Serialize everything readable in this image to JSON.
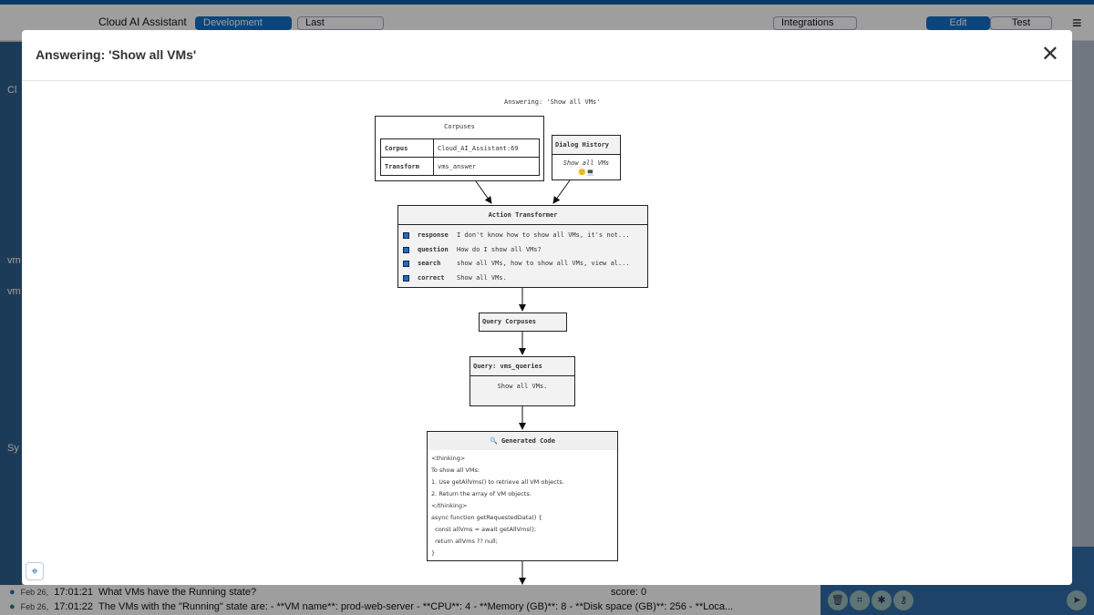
{
  "app": {
    "title": "Cloud AI Assistant",
    "mode_button": "Development",
    "version_select": "Last",
    "integrations": "Integrations",
    "edit_tab": "Edit",
    "test_tab": "Test",
    "sidebar_items": [
      "Cl",
      "vm",
      "vm",
      "Sy"
    ],
    "rows": [
      {
        "date": "Feb 26,",
        "time": "17:01:21",
        "text": "What VMs have the Running state?",
        "score": "score: 0"
      },
      {
        "date": "Feb 26,",
        "time": "17:01:22",
        "text": "The VMs with the \"Running\" state are: - **VM name**: prod-web-server - **CPU**: 4 - **Memory (GB)**: 8 - **Disk space (GB)**: 256 - **Loca..."
      }
    ]
  },
  "modal": {
    "title": "Answering: 'Show all VMs'",
    "close": "✕"
  },
  "diagram": {
    "caption": "Answering: 'Show all VMs'",
    "corpuses": {
      "title": "Corpuses",
      "rows": [
        {
          "k": "Corpus",
          "v": "Cloud_AI_Assistant:69"
        },
        {
          "k": "Transform",
          "v": "vms_answer"
        }
      ]
    },
    "dialog_history": {
      "title": "Dialog History",
      "text": "Show all VMs",
      "icons": "🙂💻"
    },
    "action_transformer": {
      "title": "Action Transformer",
      "rows": [
        {
          "k": "response",
          "v": "I don't know how to show all VMs, it's not..."
        },
        {
          "k": "question",
          "v": "How do I show all VMs?"
        },
        {
          "k": "search",
          "v": "show all VMs, how to show all VMs, view al..."
        },
        {
          "k": "correct",
          "v": "Show all VMs."
        }
      ]
    },
    "query_corpuses": "Query Corpuses",
    "query": {
      "title": "Query: vms_queries",
      "text": "Show all VMs."
    },
    "generated_code": {
      "title": "Generated Code",
      "lines": [
        "<thinking>",
        "To show all VMs:",
        "1. Use getAllVms() to retrieve all VM objects.",
        "2. Return the array of VM objects.",
        "</thinking>",
        "async function getRequestedData() {",
        "  const allVms = await getAllVms();",
        "  return allVms ?? null;",
        "}"
      ]
    }
  }
}
